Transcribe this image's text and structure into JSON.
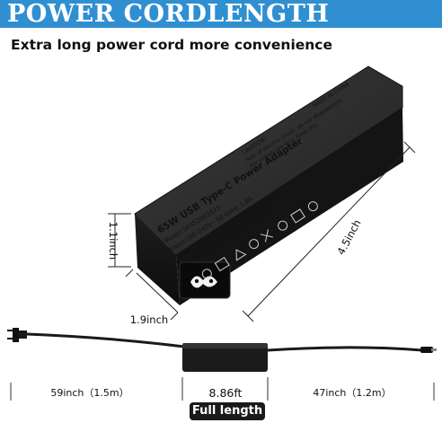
{
  "banner": {
    "title": "POWER CORDLENGTH",
    "bg_color": "#2f8fd1"
  },
  "subtitle": "Extra long power cord more convenience",
  "dimensions": {
    "height": "1.1inch",
    "width": "1.9inch",
    "length": "4.5inch"
  },
  "adapter_label": {
    "title": "65W USB Type-C Power Adapter",
    "model": "Model:SK952002825",
    "input": "Input:100-240V~50-60Hz 1.8A",
    "output1": "Output:5V==3A,9V==3A,12V==3A,",
    "output2": "15V==3A,18V==3A,20V==3.25A",
    "caution_title": "CAUTION:",
    "caution1": "Risk of electric shock. do not disassemble.",
    "caution2": "For indoor use only. Keep dry.",
    "made_in": "MADE IN CHINA"
  },
  "cord": {
    "left_length": "59inch（1.5m）",
    "total": "8.86ft",
    "right_length": "47inch（1.2m）",
    "full_length_label": "Full length"
  }
}
